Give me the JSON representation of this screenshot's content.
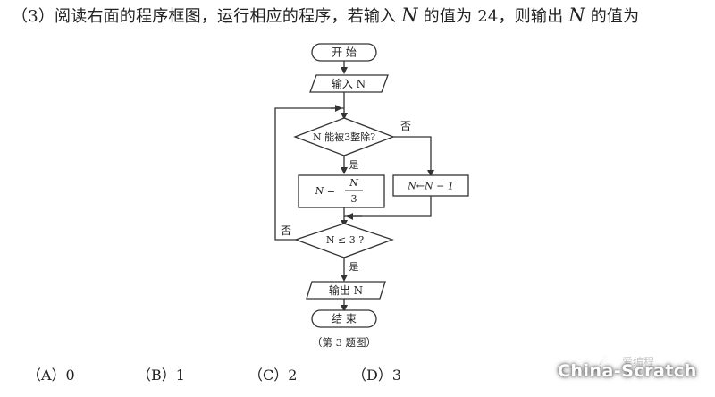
{
  "question": {
    "prefix": "（3）阅读右面的程序框图，运行相应的程序，若输入 ",
    "var1": "N",
    "middle": " 的值为 24，则输出 ",
    "var2": "N",
    "suffix": " 的值为"
  },
  "flowchart": {
    "start": "开  始",
    "input": "输入 N",
    "condition1": "N 能被3整除?",
    "no1": "否",
    "yes1": "是",
    "process_left": "N =",
    "process_left_num": "N",
    "process_left_den": "3",
    "process_right": "N←N − 1",
    "condition2": "N ≤ 3 ?",
    "no2": "否",
    "yes2": "是",
    "output": "输出 N",
    "end": "结  束",
    "caption": "（第 3 题图）"
  },
  "choices": [
    {
      "label": "（A）0"
    },
    {
      "label": "（B）1"
    },
    {
      "label": "（C）2"
    },
    {
      "label": "（D）3"
    }
  ],
  "watermark": {
    "text": "China-Scratch",
    "sub": "爱编程"
  }
}
